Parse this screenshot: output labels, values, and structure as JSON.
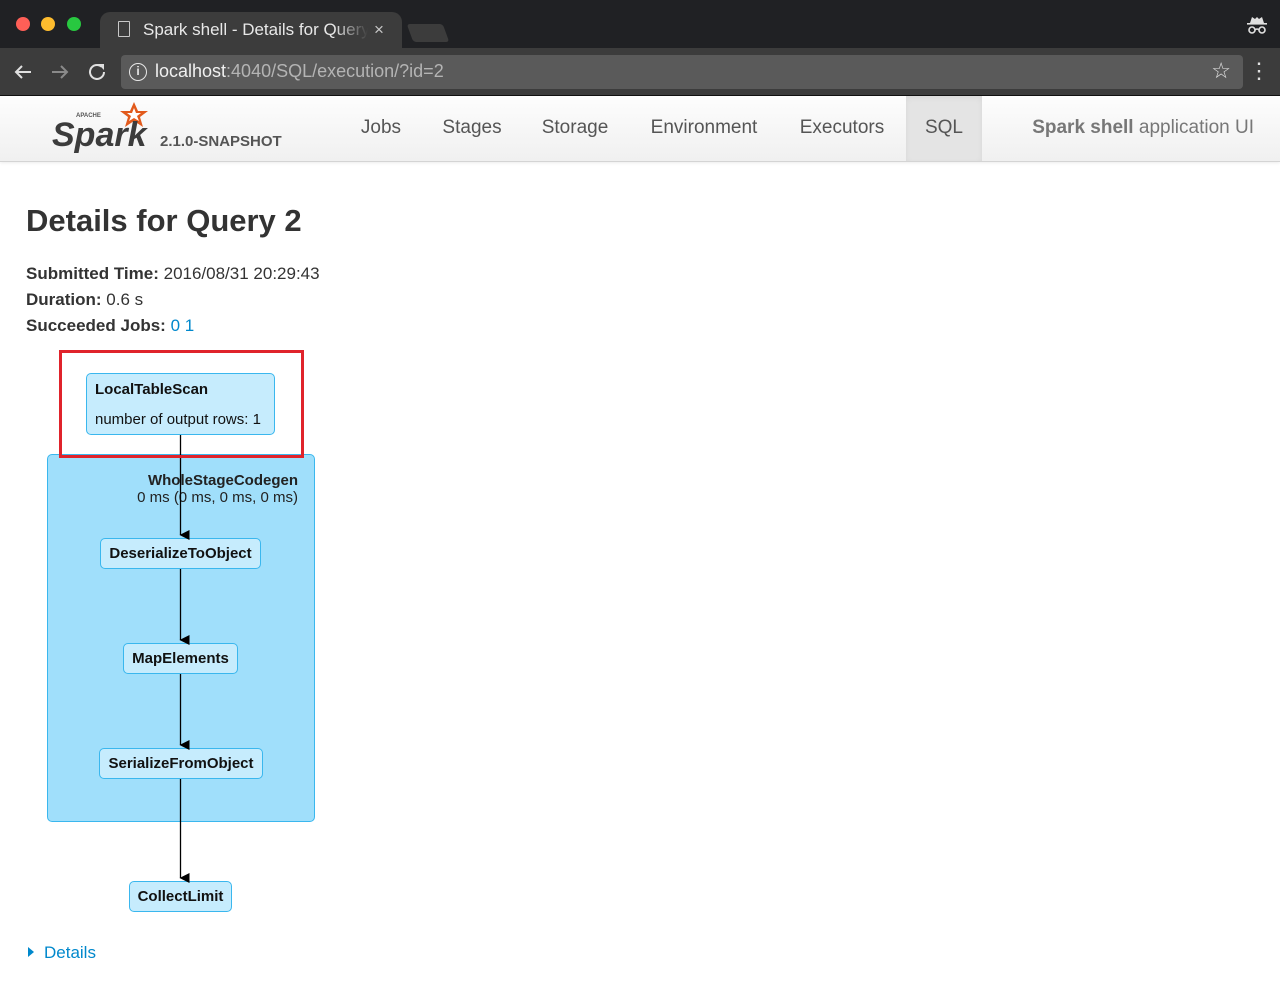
{
  "browser": {
    "tab_title": "Spark shell - Details for Query 2",
    "tab_close": "×",
    "url_host": "localhost",
    "url_rest": ":4040/SQL/execution/?id=2"
  },
  "navbar": {
    "logo_small": "APACHE",
    "logo_text": "Spark",
    "version": "2.1.0-SNAPSHOT",
    "tabs": [
      {
        "label": "Jobs"
      },
      {
        "label": "Stages"
      },
      {
        "label": "Storage"
      },
      {
        "label": "Environment"
      },
      {
        "label": "Executors"
      },
      {
        "label": "SQL",
        "active": true
      }
    ],
    "app_name_bold": "Spark shell",
    "app_name_rest": " application UI"
  },
  "page": {
    "title": "Details for Query 2",
    "submitted_label": "Submitted Time:",
    "submitted_value": "2016/08/31 20:29:43",
    "duration_label": "Duration:",
    "duration_value": "0.6 s",
    "jobs_label": "Succeeded Jobs:",
    "jobs": [
      "0",
      "1"
    ],
    "details_link": "Details"
  },
  "dag": {
    "cluster": {
      "title": "WholeStageCodegen",
      "metrics": "0 ms (0 ms, 0 ms, 0 ms)"
    },
    "nodes": [
      {
        "name": "LocalTableScan",
        "metric": "number of output rows: 1"
      },
      {
        "name": "DeserializeToObject"
      },
      {
        "name": "MapElements"
      },
      {
        "name": "SerializeFromObject"
      },
      {
        "name": "CollectLimit"
      }
    ]
  },
  "colors": {
    "accent_link": "#0088cc",
    "cluster_fill": "#a0dffb",
    "node_fill": "#c6ecfd",
    "node_border": "#3ab7ee",
    "highlight_border": "#e0232b"
  }
}
